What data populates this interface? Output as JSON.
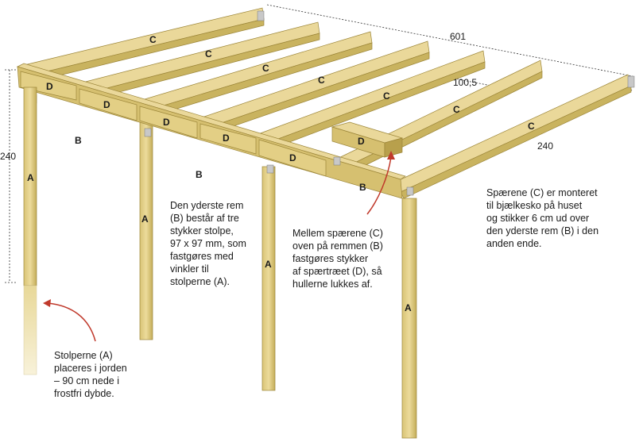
{
  "labels": {
    "A": "A",
    "B": "B",
    "C": "C",
    "D": "D"
  },
  "dimensions": {
    "length": "601",
    "depth_top": "240",
    "depth_front": "240",
    "spacing": "100,5"
  },
  "notes": {
    "rem": "Den yderste rem\n(B) består af tre\nstykker stolpe,\n97 x 97 mm, som\nfastgøres med\nvinkler til\nstolperne (A).",
    "mellem": "Mellem spærene (C)\noven på remmen (B)\nfastgøres stykker\naf spærtræet (D), så\nhullerne lukkes af.",
    "spaer": "Spærene (C) er monteret\ntil bjælkesko på huset\nog stikker 6 cm ud over\nden yderste rem (B) i den\nanden ende.",
    "stolper": "Stolperne (A)\nplaceres i jorden\n– 90 cm nede i\nfrostfri dybde."
  },
  "colors": {
    "wood_top": "#e6d38d",
    "wood_side": "#c9b35f",
    "wood_dark": "#a8923f",
    "arrow": "#c0392b",
    "dim_line": "#333333"
  }
}
